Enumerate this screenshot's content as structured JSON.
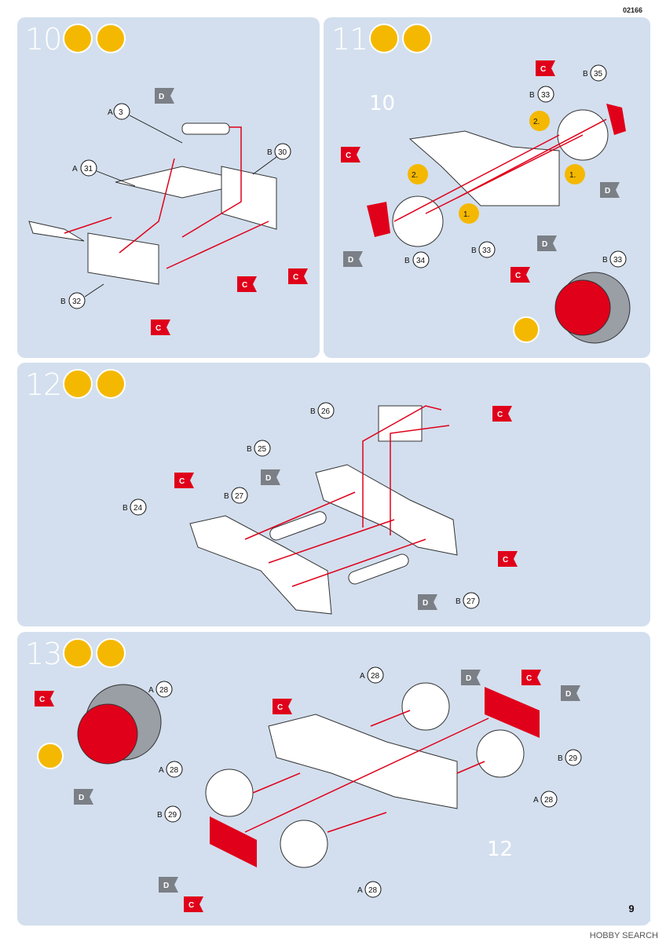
{
  "page_code": "02166",
  "page_number": "9",
  "watermark": "HOBBY SEARCH",
  "steps": [
    {
      "number": "10",
      "overlay_label": "",
      "labels": [
        {
          "sprue": "A",
          "part": "3"
        },
        {
          "sprue": "A",
          "part": "31"
        },
        {
          "sprue": "B",
          "part": "30"
        },
        {
          "sprue": "B",
          "part": "32"
        }
      ],
      "flags": [
        "D",
        "C",
        "C",
        "C"
      ]
    },
    {
      "number": "11",
      "overlay_label": "10",
      "labels": [
        {
          "sprue": "B",
          "part": "35"
        },
        {
          "sprue": "B",
          "part": "33"
        },
        {
          "sprue": "B",
          "part": "34"
        },
        {
          "sprue": "B",
          "part": "33"
        },
        {
          "sprue": "B",
          "part": "33"
        }
      ],
      "seq": [
        "2.",
        "1.",
        "2.",
        "1."
      ],
      "flags": [
        "C",
        "C",
        "D",
        "D",
        "D",
        "C"
      ]
    },
    {
      "number": "12",
      "overlay_label": "",
      "labels": [
        {
          "sprue": "B",
          "part": "26"
        },
        {
          "sprue": "B",
          "part": "25"
        },
        {
          "sprue": "B",
          "part": "27"
        },
        {
          "sprue": "B",
          "part": "24"
        },
        {
          "sprue": "B",
          "part": "27"
        }
      ],
      "flags": [
        "C",
        "C",
        "D",
        "C",
        "D"
      ]
    },
    {
      "number": "13",
      "overlay_label": "12",
      "labels": [
        {
          "sprue": "A",
          "part": "28"
        },
        {
          "sprue": "A",
          "part": "28"
        },
        {
          "sprue": "B",
          "part": "29"
        },
        {
          "sprue": "A",
          "part": "28"
        },
        {
          "sprue": "B",
          "part": "29"
        },
        {
          "sprue": "A",
          "part": "28"
        },
        {
          "sprue": "A",
          "part": "28"
        }
      ],
      "flags": [
        "C",
        "D",
        "C",
        "D",
        "C",
        "D",
        "D",
        "C"
      ]
    }
  ],
  "icons": [
    "glue-icon",
    "paint-icon"
  ],
  "colors": {
    "panel": "#d3dfee",
    "accent_red": "#e0001a",
    "icon_yellow": "#f5b800",
    "flag_grey": "#7b7f86"
  }
}
